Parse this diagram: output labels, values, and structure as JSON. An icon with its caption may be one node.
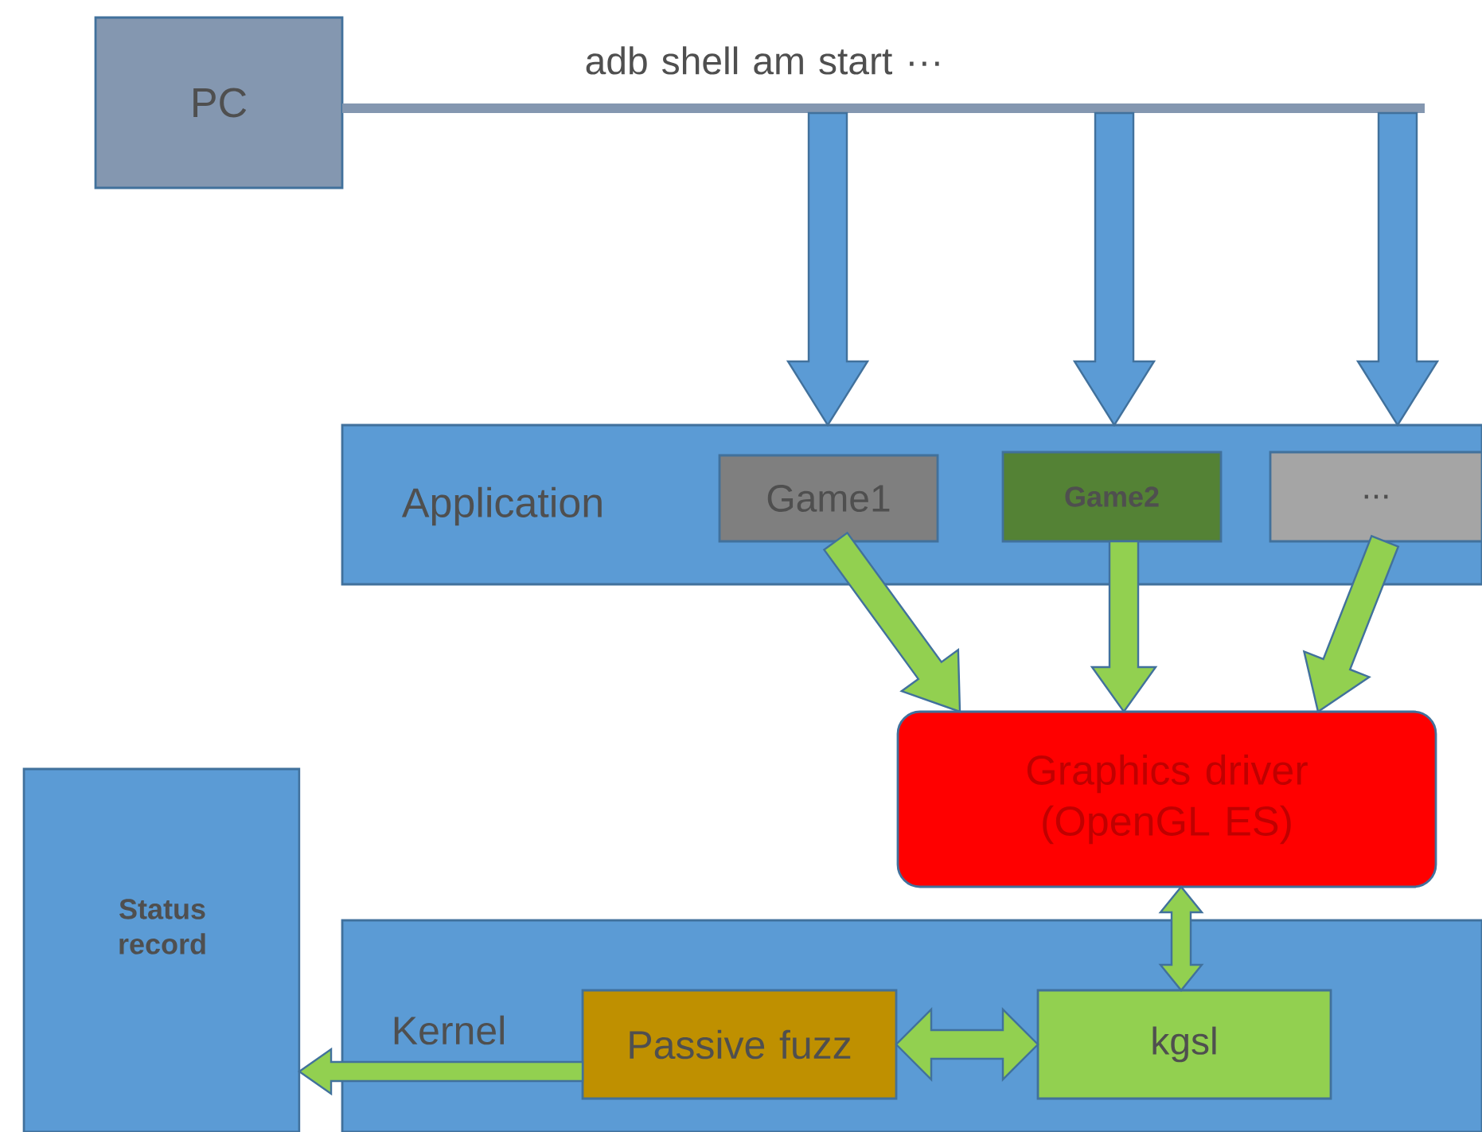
{
  "diagram": {
    "nodes": [
      {
        "text": [
          "PC"
        ]
      },
      {
        "text": [
          "adb shell am start ···"
        ]
      },
      {
        "text": [
          "Application"
        ]
      },
      {
        "text": [
          "Game1"
        ],
        "in": 2
      },
      {
        "text": [
          "Game2"
        ],
        "in": 2
      },
      {
        "text": [
          "..."
        ],
        "in": 2
      },
      {
        "text": [
          "Graphics driver (OpenGL ES)"
        ]
      },
      {
        "text": [
          "Kernel"
        ]
      },
      {
        "text": [
          "Passive fuzz"
        ],
        "in": 7
      },
      {
        "text": [
          "kgsl"
        ],
        "in": 7
      },
      {
        "text": [
          "Status record"
        ]
      }
    ],
    "edges": [
      {
        "from": 1,
        "to": 2,
        "arrow": "to",
        "color": "#5b9bd5"
      },
      {
        "from": 1,
        "to": 2,
        "arrow": "to",
        "color": "#5b9bd5"
      },
      {
        "from": 1,
        "to": 2,
        "arrow": "to",
        "color": "#5b9bd5"
      },
      {
        "from": 3,
        "to": 6,
        "arrow": "to"
      },
      {
        "from": 4,
        "to": 6,
        "arrow": "to"
      },
      {
        "from": 5,
        "to": 6,
        "arrow": "to"
      },
      {
        "from": 6,
        "to": 9,
        "arrow": "both"
      },
      {
        "from": 8,
        "to": 9,
        "arrow": "both"
      },
      {
        "from": 8,
        "to": 10,
        "arrow": "to"
      }
    ]
  }
}
